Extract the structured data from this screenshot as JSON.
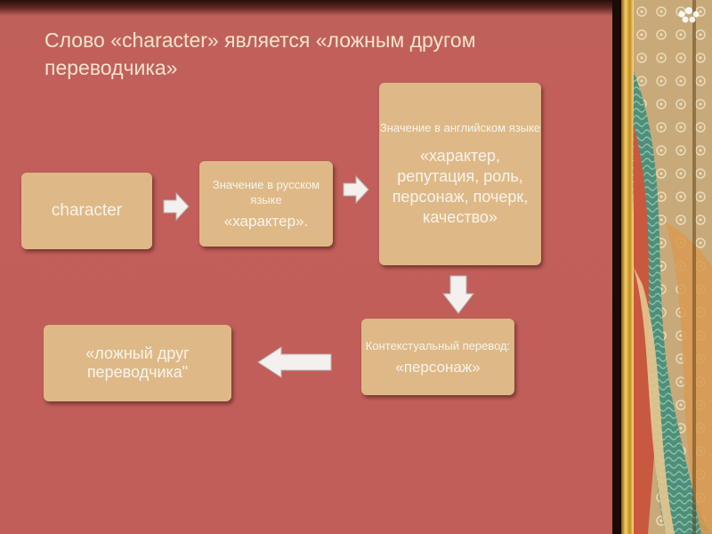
{
  "title": "Слово «character» является «ложным другом переводчика»",
  "boxes": {
    "character": {
      "text": "character"
    },
    "russian": {
      "heading": "Значение в русском языке",
      "value": "«характер»."
    },
    "english": {
      "heading": "Значение в английском языке",
      "value": "«характер, репутация, роль, персонаж, почерк, качество»"
    },
    "context": {
      "heading": "Контекстуальный перевод:",
      "value": "«персонаж»"
    },
    "false_friend": {
      "text": "«ложный друг переводчика\""
    }
  },
  "colors": {
    "background": "#c15e5a",
    "box": "#deb987",
    "text": "#f8f3ec",
    "arrow": "#f3f0ee"
  }
}
